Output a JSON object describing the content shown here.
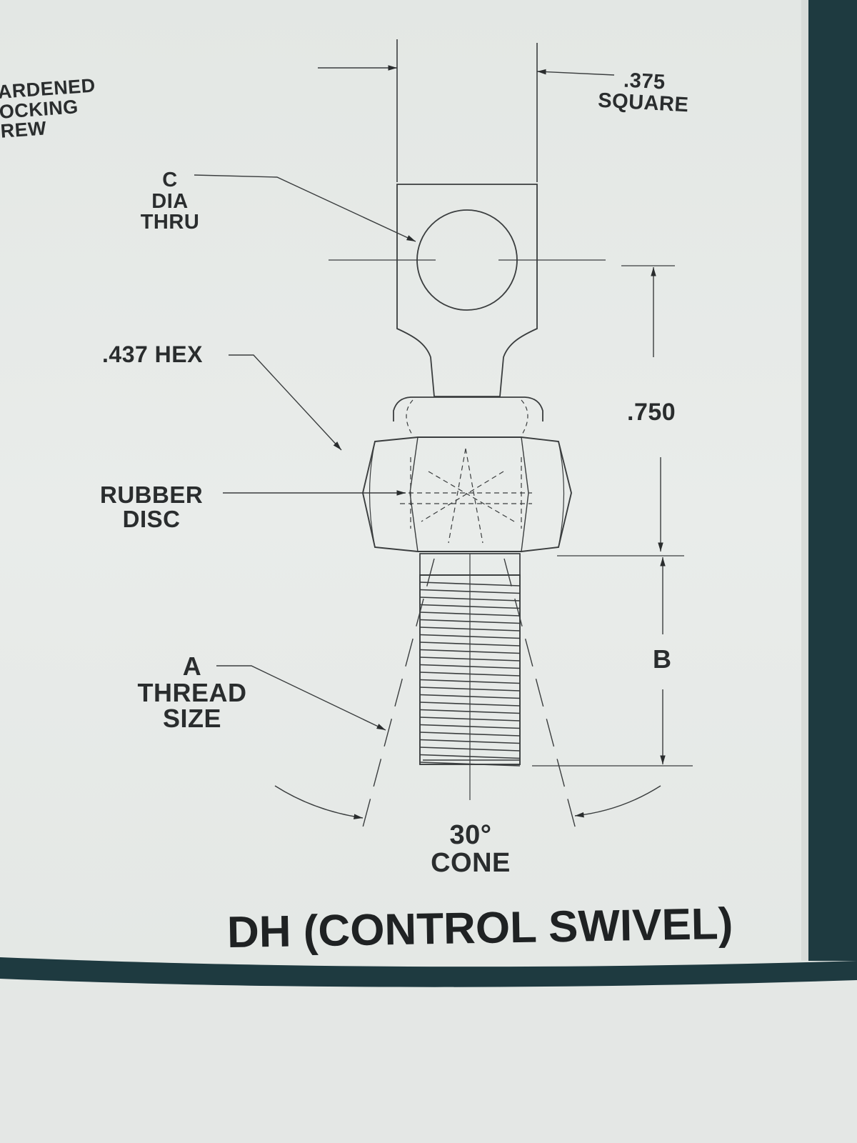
{
  "diagram": {
    "labels": {
      "hardened_locking_screw": [
        "ARDENED",
        "OCKING",
        "REW"
      ],
      "square": [
        ".375",
        "SQUARE"
      ],
      "c_dia_thru": [
        "C",
        "DIA",
        "THRU"
      ],
      "hex": ".437 HEX",
      "dim_750": ".750",
      "rubber_disc": [
        "RUBBER",
        "DISC"
      ],
      "b": "B",
      "a_thread_size": [
        "A",
        "THREAD",
        "SIZE"
      ],
      "cone": [
        "30°",
        "CONE"
      ]
    },
    "title": "DH (CONTROL SWIVEL)"
  },
  "colors": {
    "paper": "#e6e9e7",
    "ink": "#2a2d2e",
    "line": "#3a3d3e",
    "border_band": "#1e3a40"
  }
}
